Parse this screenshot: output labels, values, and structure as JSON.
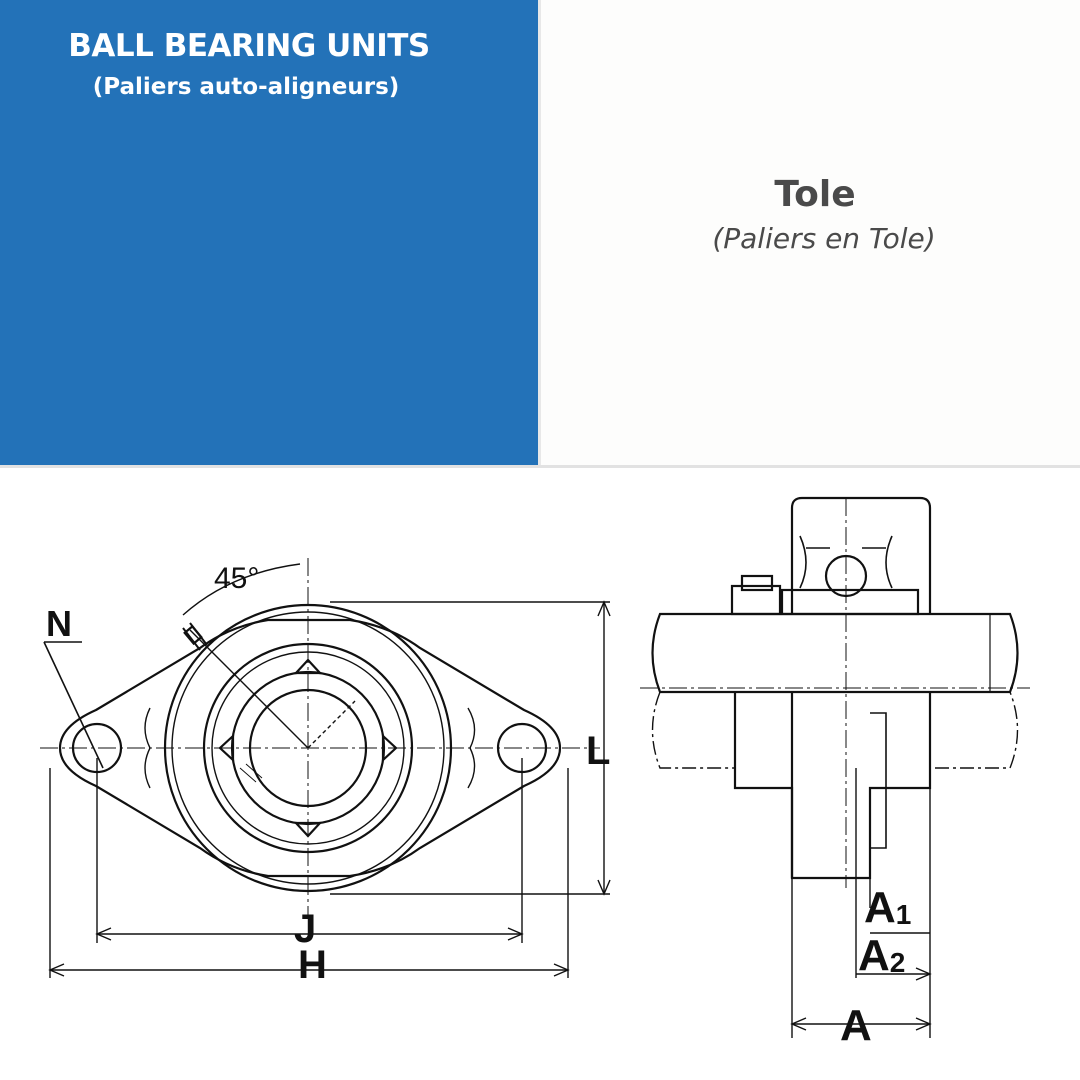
{
  "header": {
    "title": "BALL BEARING UNITS",
    "subtitle": "(Paliers auto-aligneurs)"
  },
  "product": {
    "name": "Tole",
    "subtitle": "(Paliers en Tole)"
  },
  "drawing": {
    "angle_label": "45°",
    "dimension_labels": {
      "N": "N",
      "L": "L",
      "J": "J",
      "H": "H",
      "A1": "A",
      "A1_sub": "1",
      "A2": "A",
      "A2_sub": "2",
      "A": "A"
    }
  },
  "colors": {
    "panel_blue": "#2372b8",
    "line": "#111111"
  }
}
